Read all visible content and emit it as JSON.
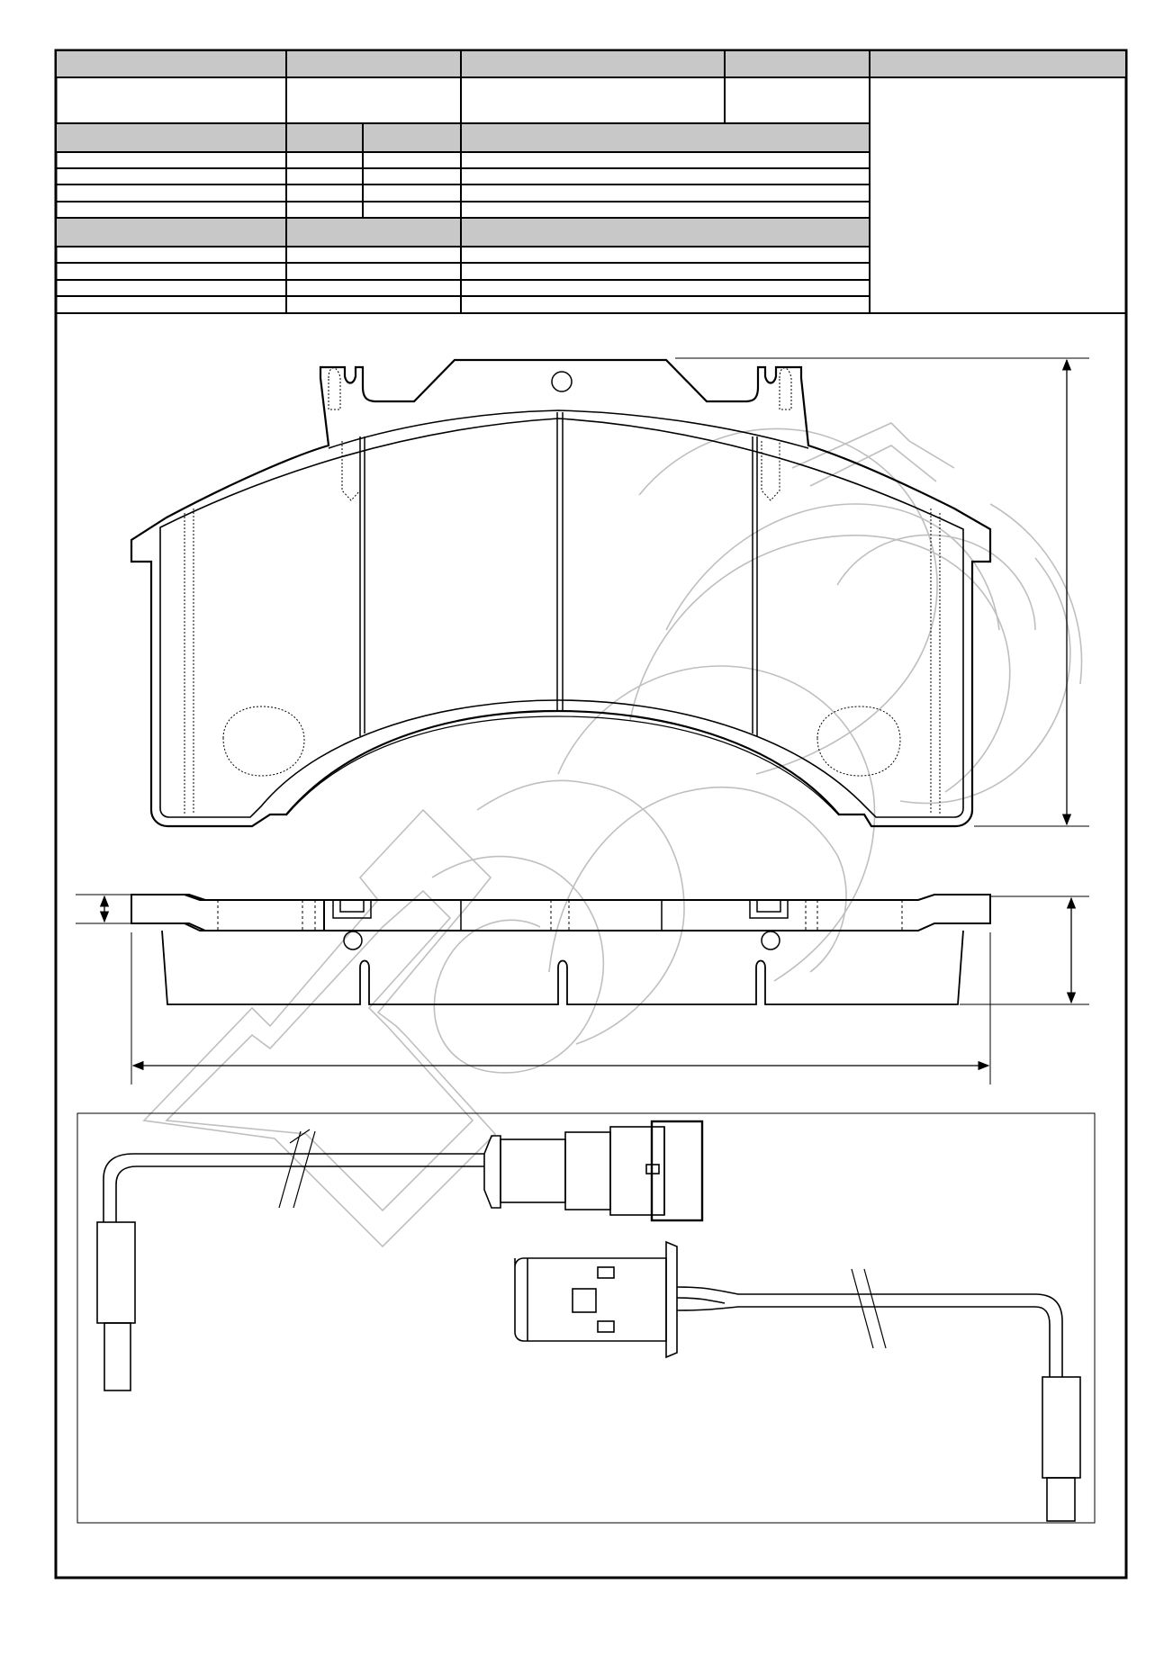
{
  "sheet": {
    "title_block": {
      "header_cells": [
        "",
        "",
        "",
        "",
        ""
      ],
      "value_cells": [
        "",
        "",
        "",
        ""
      ],
      "dimension_section": {
        "header_cells": [
          "",
          "",
          "",
          ""
        ],
        "rows": [
          [
            "",
            "",
            "",
            ""
          ],
          [
            "",
            "",
            "",
            ""
          ],
          [
            "",
            "",
            "",
            ""
          ],
          [
            "",
            "",
            "",
            ""
          ]
        ]
      },
      "vehicle_section": {
        "header_cells": [
          "",
          "",
          "",
          ""
        ],
        "rows": [
          [
            "",
            "",
            ""
          ],
          [
            "",
            "",
            ""
          ],
          [
            "",
            "",
            ""
          ],
          [
            "",
            "",
            ""
          ]
        ]
      },
      "notes": ""
    },
    "dimensions": {
      "pad_height": "",
      "pad_width": "",
      "pad_thickness": "",
      "backplate_thickness": ""
    }
  },
  "colors": {
    "line": "#000000",
    "header_fill": "#c8c8c8",
    "watermark": "#bfbfbf"
  },
  "icons": {
    "front_view": "brake-pad-front-view",
    "side_view": "brake-pad-side-view",
    "wear_sensor": "wear-sensor-cable"
  }
}
